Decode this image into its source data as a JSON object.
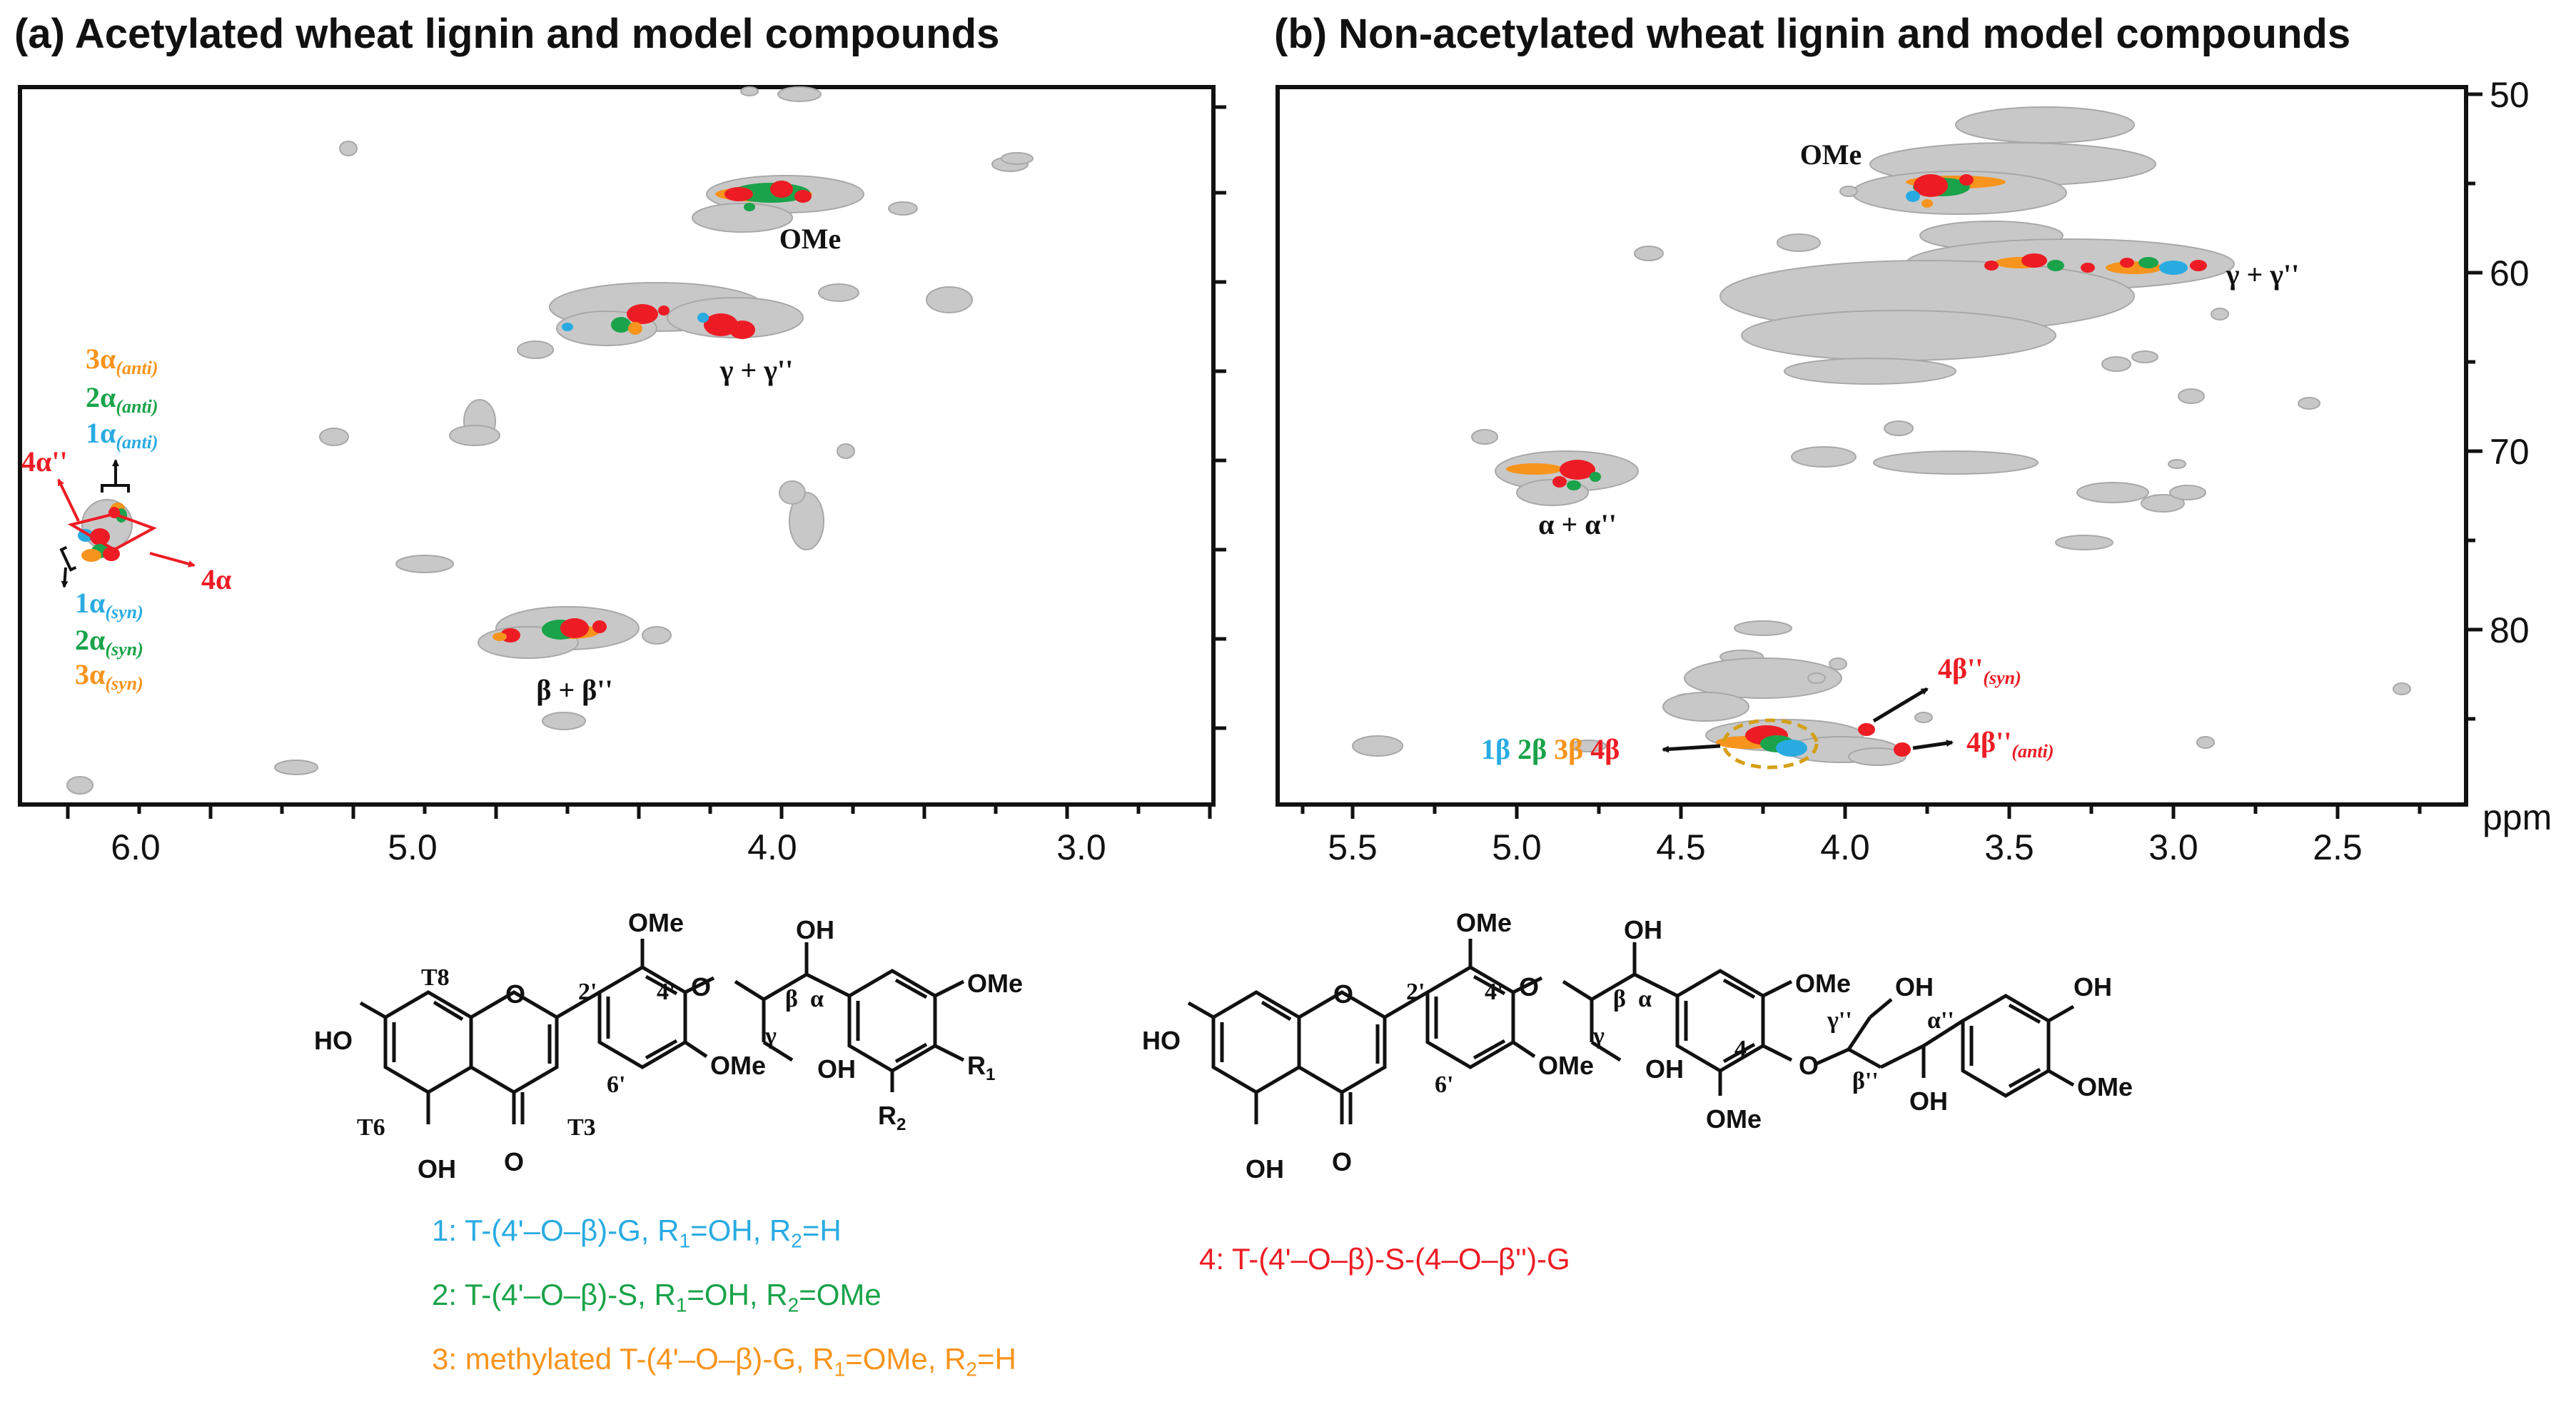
{
  "panels": {
    "a": {
      "title": "(a) Acetylated wheat lignin and model compounds",
      "x_ticks": [
        "6.0",
        "5.0",
        "4.0",
        "3.0"
      ],
      "labels": {
        "ome": "OMe",
        "gamma": "γ + γ''",
        "beta": "β + β''",
        "alpha4pp": "4α''",
        "alpha4": "4α",
        "a3anti": "3α",
        "a2anti": "2α",
        "a1anti": "1α",
        "anti": "(anti)",
        "a1syn": "1α",
        "a2syn": "2α",
        "a3syn": "3α",
        "syn": "(syn)"
      }
    },
    "b": {
      "title": "(b) Non-acetylated wheat lignin and model compounds",
      "x_ticks": [
        "5.5",
        "5.0",
        "4.5",
        "4.0",
        "3.5",
        "3.0",
        "2.5"
      ],
      "y_ticks": [
        "50",
        "60",
        "70",
        "80"
      ],
      "unit": "ppm",
      "labels": {
        "ome": "OMe",
        "gamma": "γ + γ''",
        "alpha": "α + α''",
        "b1": "1β",
        "b2": "2β",
        "b3": "3β",
        "b4": "4β",
        "b4pp": "4β''",
        "syn": "(syn)",
        "anti": "(anti)"
      }
    }
  },
  "structures": {
    "OMe": "OMe",
    "OH": "OH",
    "HO": "HO",
    "O": "O",
    "T8": "T8",
    "T6": "T6",
    "T3": "T3",
    "2p": "2'",
    "4p": "4'",
    "6p": "6'",
    "beta": "β",
    "alpha": "α",
    "gamma": "γ",
    "R1": "R",
    "R2": "R",
    "sub1": "1",
    "sub2": "2",
    "four": "4",
    "gpp": "γ''",
    "bpp": "β''",
    "app": "α''"
  },
  "legend": {
    "l1": {
      "a": "1: T-(4'–O–β)-G, R",
      "b": "=OH, R",
      "c": "=H"
    },
    "l2": {
      "a": "2: T-(4'–O–β)-S, R",
      "b": "=OH, R",
      "c": "=OMe"
    },
    "l3": {
      "a": "3: methylated T-(4'–O–β)-G, R",
      "b": "=OMe, R",
      "c": "=H"
    },
    "l4": "4: T-(4'–O–β)-S-(4–O–β'')-G",
    "s1": "1",
    "s2": "2"
  },
  "colors": {
    "compound1": "#29abe2",
    "compound2": "#1aa34a",
    "compound3": "#f7941d",
    "compound4": "#ed1c24",
    "lignin": "#bdbdbd",
    "ink": "#111111",
    "highlight": "#d4a017"
  }
}
